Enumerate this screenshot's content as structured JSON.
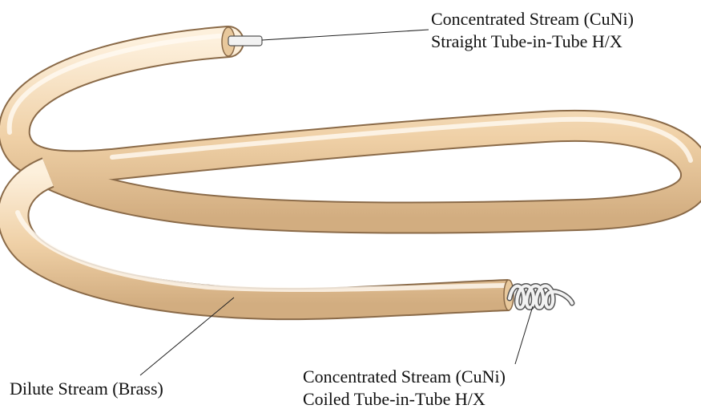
{
  "labels": {
    "straight_line1": "Concentrated Stream (CuNi)",
    "straight_line2": "Straight Tube-in-Tube H/X",
    "dilute": "Dilute Stream (Brass)",
    "coiled_line1": "Concentrated Stream (CuNi)",
    "coiled_line2": "Coiled Tube-in-Tube H/X"
  },
  "colors": {
    "tube_light": "#fdf0dc",
    "tube_mid": "#f0d3aa",
    "tube_dark": "#c9a67a",
    "tube_outline": "#8a6a48",
    "inner_tube": "#f2f2f2",
    "leader_line": "#222222"
  }
}
